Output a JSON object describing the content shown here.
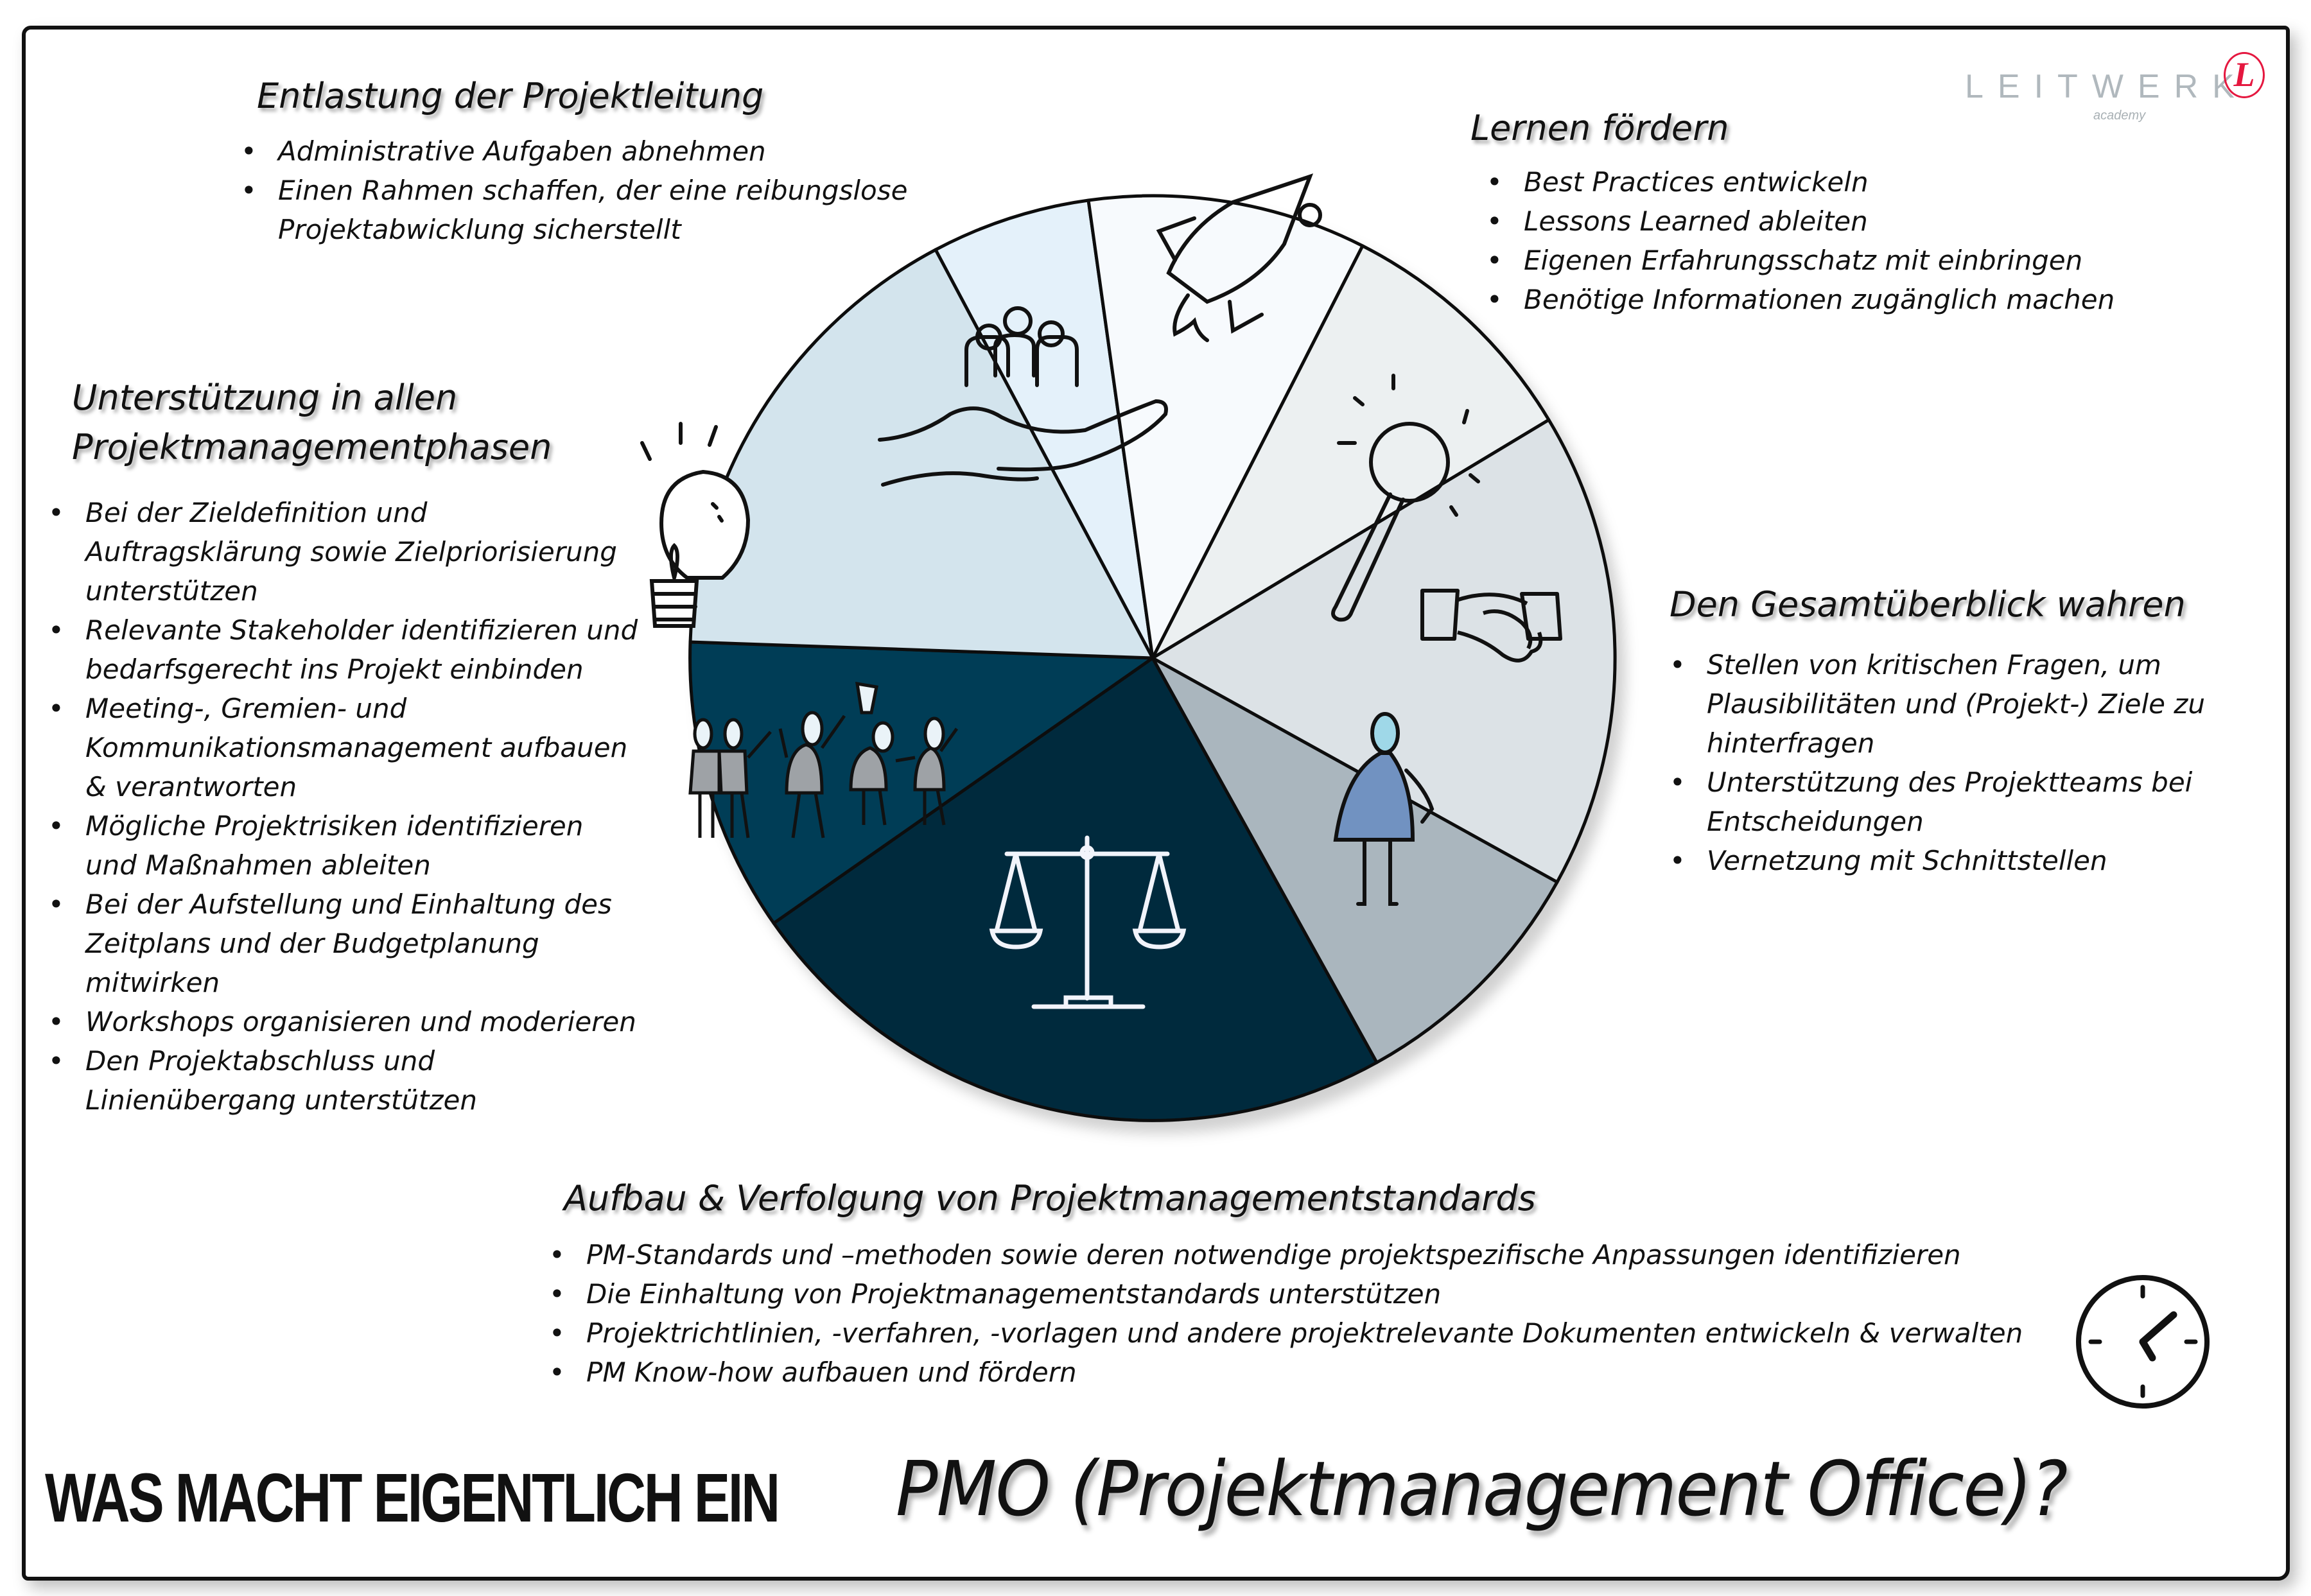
{
  "title": {
    "bold": "WAS MACHT EIGENTLICH EIN",
    "script": "PMO (Projektmanagement Office)?"
  },
  "logo": {
    "brand": "LEITWERK",
    "sub": "academy",
    "mark": "L",
    "mark_color": "#e5173f"
  },
  "sections": {
    "entlastung": {
      "title": "Entlastung der Projektleitung",
      "items": [
        "Administrative Aufgaben abnehmen",
        "Einen Rahmen schaffen, der eine reibungslose Projektabwicklung sicherstellt"
      ]
    },
    "lernen": {
      "title": "Lernen fördern",
      "items": [
        "Best Practices entwickeln",
        "Lessons Learned ableiten",
        "Eigenen Erfahrungsschatz mit einbringen",
        "Benötige Informationen zugänglich machen"
      ]
    },
    "unterstuetzung": {
      "title_line1": "Unterstützung in allen",
      "title_line2": "Projektmanagementphasen",
      "items": [
        "Bei der Zieldefinition und Auftragsklärung sowie Zielpriorisierung unterstützen",
        "Relevante Stakeholder identifizieren und bedarfsgerecht ins Projekt einbinden",
        "Meeting-, Gremien- und Kommunikationsmanagement aufbauen & verantworten",
        "Mögliche Projektrisiken identifizieren und Maßnahmen ableiten",
        "Bei der Aufstellung und Einhaltung des Zeitplans und der Budgetplanung mitwirken",
        "Workshops organisieren und moderieren",
        "Den Projektabschluss und Linienübergang unterstützen"
      ]
    },
    "gesamtueberblick": {
      "title": "Den Gesamtüberblick wahren",
      "items": [
        "Stellen von kritischen Fragen, um Plausibilitäten und (Projekt-) Ziele zu hinterfragen",
        "Unterstützung des Projektteams bei Entscheidungen",
        "Vernetzung mit Schnittstellen"
      ]
    },
    "standards": {
      "title": "Aufbau & Verfolgung von Projektmanagementstandards",
      "items": [
        "PM-Standards und –methoden sowie deren notwendige projektspezifische Anpassungen identifizieren",
        "Die Einhaltung von Projektmanagementstandards unterstützen",
        "Projektrichtlinien, -verfahren, -vorlagen und andere projektrelevante Dokumenten entwickeln & verwalten",
        "PM Know-how aufbauen und fördern"
      ]
    }
  },
  "pie": {
    "slices": [
      {
        "name": "hand-people",
        "color": "#e4f1fa",
        "icon": "hand-people-icon"
      },
      {
        "name": "rocket",
        "color": "#f7fafd",
        "icon": "rocket-icon"
      },
      {
        "name": "magnifier",
        "color": "#ecf0f1",
        "icon": "magnifier-icon"
      },
      {
        "name": "handshake",
        "color": "#dce2e6",
        "icon": "handshake-icon"
      },
      {
        "name": "person",
        "color": "#aab6be",
        "icon": "person-icon"
      },
      {
        "name": "scales",
        "color": "#022a3c",
        "icon": "scales-icon"
      },
      {
        "name": "team-celebration",
        "color": "#033d56",
        "icon": "team-icon"
      },
      {
        "name": "lightbulb",
        "color": "#d3e4ed",
        "icon": "lightbulb-icon"
      }
    ]
  },
  "icons": {
    "clock": "clock-icon"
  }
}
